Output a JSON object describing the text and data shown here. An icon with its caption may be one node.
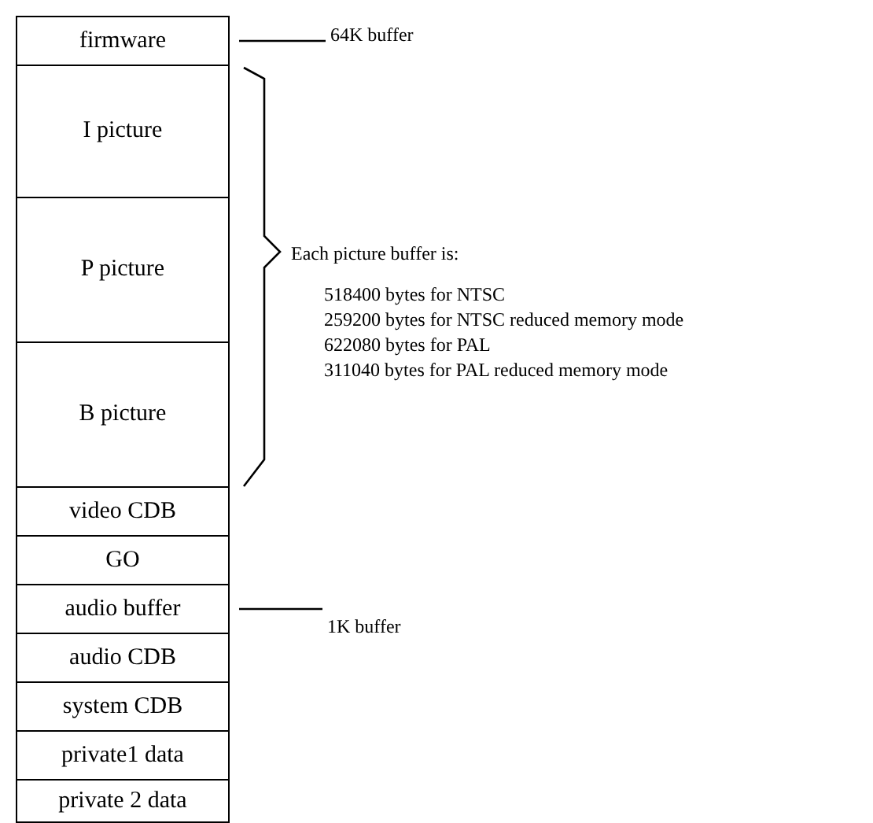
{
  "diagram": {
    "nodes": [
      {
        "text": [
          "firmware"
        ]
      },
      {
        "text": [
          "I picture"
        ]
      },
      {
        "text": [
          "P picture"
        ]
      },
      {
        "text": [
          "B picture"
        ]
      },
      {
        "text": [
          "video CDB"
        ]
      },
      {
        "text": [
          "GO"
        ]
      },
      {
        "text": [
          "audio buffer"
        ]
      },
      {
        "text": [
          "audio CDB"
        ]
      },
      {
        "text": [
          "system CDB"
        ]
      },
      {
        "text": [
          "private1 data"
        ]
      },
      {
        "text": [
          "private 2 data"
        ]
      },
      {
        "text": [
          "64K buffer"
        ]
      },
      {
        "text": [
          "1K buffer"
        ]
      }
    ],
    "edges": [
      {
        "from": 11,
        "to": 0,
        "arrow": "none"
      },
      {
        "from": 12,
        "to": 6,
        "arrow": "none"
      }
    ],
    "labels": [
      "Each picture buffer is:",
      "518400 bytes for NTSC",
      "259200 bytes for NTSC reduced memory mode",
      "622080 bytes for PAL",
      "311040 bytes for PAL reduced memory mode"
    ]
  }
}
